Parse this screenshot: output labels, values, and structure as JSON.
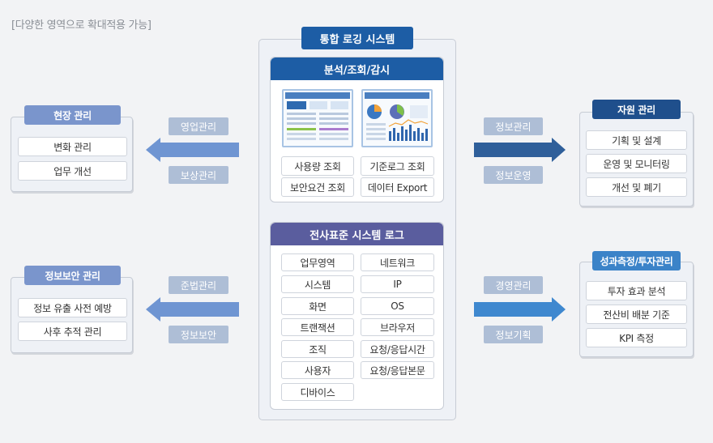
{
  "caption": "[다양한 영역으로 확대적용 가능]",
  "center": {
    "title": "통합 로깅 시스템",
    "analysis": {
      "title": "분석/조회/감시",
      "buttons": [
        "사용량 조회",
        "기준로그 조회",
        "보안요건 조회",
        "데이터 Export"
      ]
    },
    "standard": {
      "title": "전사표준 시스템 로그",
      "items": [
        "업무영역",
        "네트워크",
        "시스템",
        "IP",
        "화면",
        "OS",
        "트랜잭션",
        "브라우저",
        "조직",
        "요청/응답시간",
        "사용자",
        "요청/응답본문",
        "디바이스"
      ]
    }
  },
  "left_top": {
    "title": "현장 관리",
    "items": [
      "변화 관리",
      "업무 개선"
    ],
    "tag_top": "영업관리",
    "tag_bottom": "보상관리"
  },
  "left_bottom": {
    "title": "정보보안 관리",
    "items": [
      "정보 유출 사전 예방",
      "사후 추적 관리"
    ],
    "tag_top": "준법관리",
    "tag_bottom": "정보보안"
  },
  "right_top": {
    "title": "자원 관리",
    "items": [
      "기획 및 설계",
      "운영 및 모니터링",
      "개선 및 폐기"
    ],
    "tag_top": "정보관리",
    "tag_bottom": "정보운영"
  },
  "right_bottom": {
    "title": "성과측정/투자관리",
    "items": [
      "투자 효과 분석",
      "전산비 배분 기준",
      "KPI 측정"
    ],
    "tag_top": "경영관리",
    "tag_bottom": "정보기획"
  },
  "colors": {
    "center_title": "#1d5da5",
    "analysis_head": "#1d5da5",
    "standard_head": "#5a5d9e",
    "left_title": "#7a95cc",
    "right_top_title": "#1f4f8c",
    "right_bottom_title": "#3b83c8",
    "arrow_left": "#6f95d2",
    "arrow_right_top": "#2f5f9a",
    "arrow_right_bottom": "#3f88cf"
  }
}
